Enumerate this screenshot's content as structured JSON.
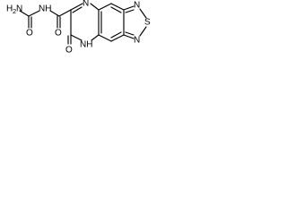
{
  "molecule": {
    "atoms": {
      "amine": {
        "main": "H",
        "subscript": "2",
        "suffix": "N"
      },
      "urea_o": "O",
      "amide_nh": "NH",
      "amide_o": "O",
      "ring_n_top": "N",
      "ring_nh": "NH",
      "keto_o": "O",
      "thiadiazole_n_top": "N",
      "thiadiazole_s": "S",
      "thiadiazole_n_bottom": "N"
    }
  }
}
